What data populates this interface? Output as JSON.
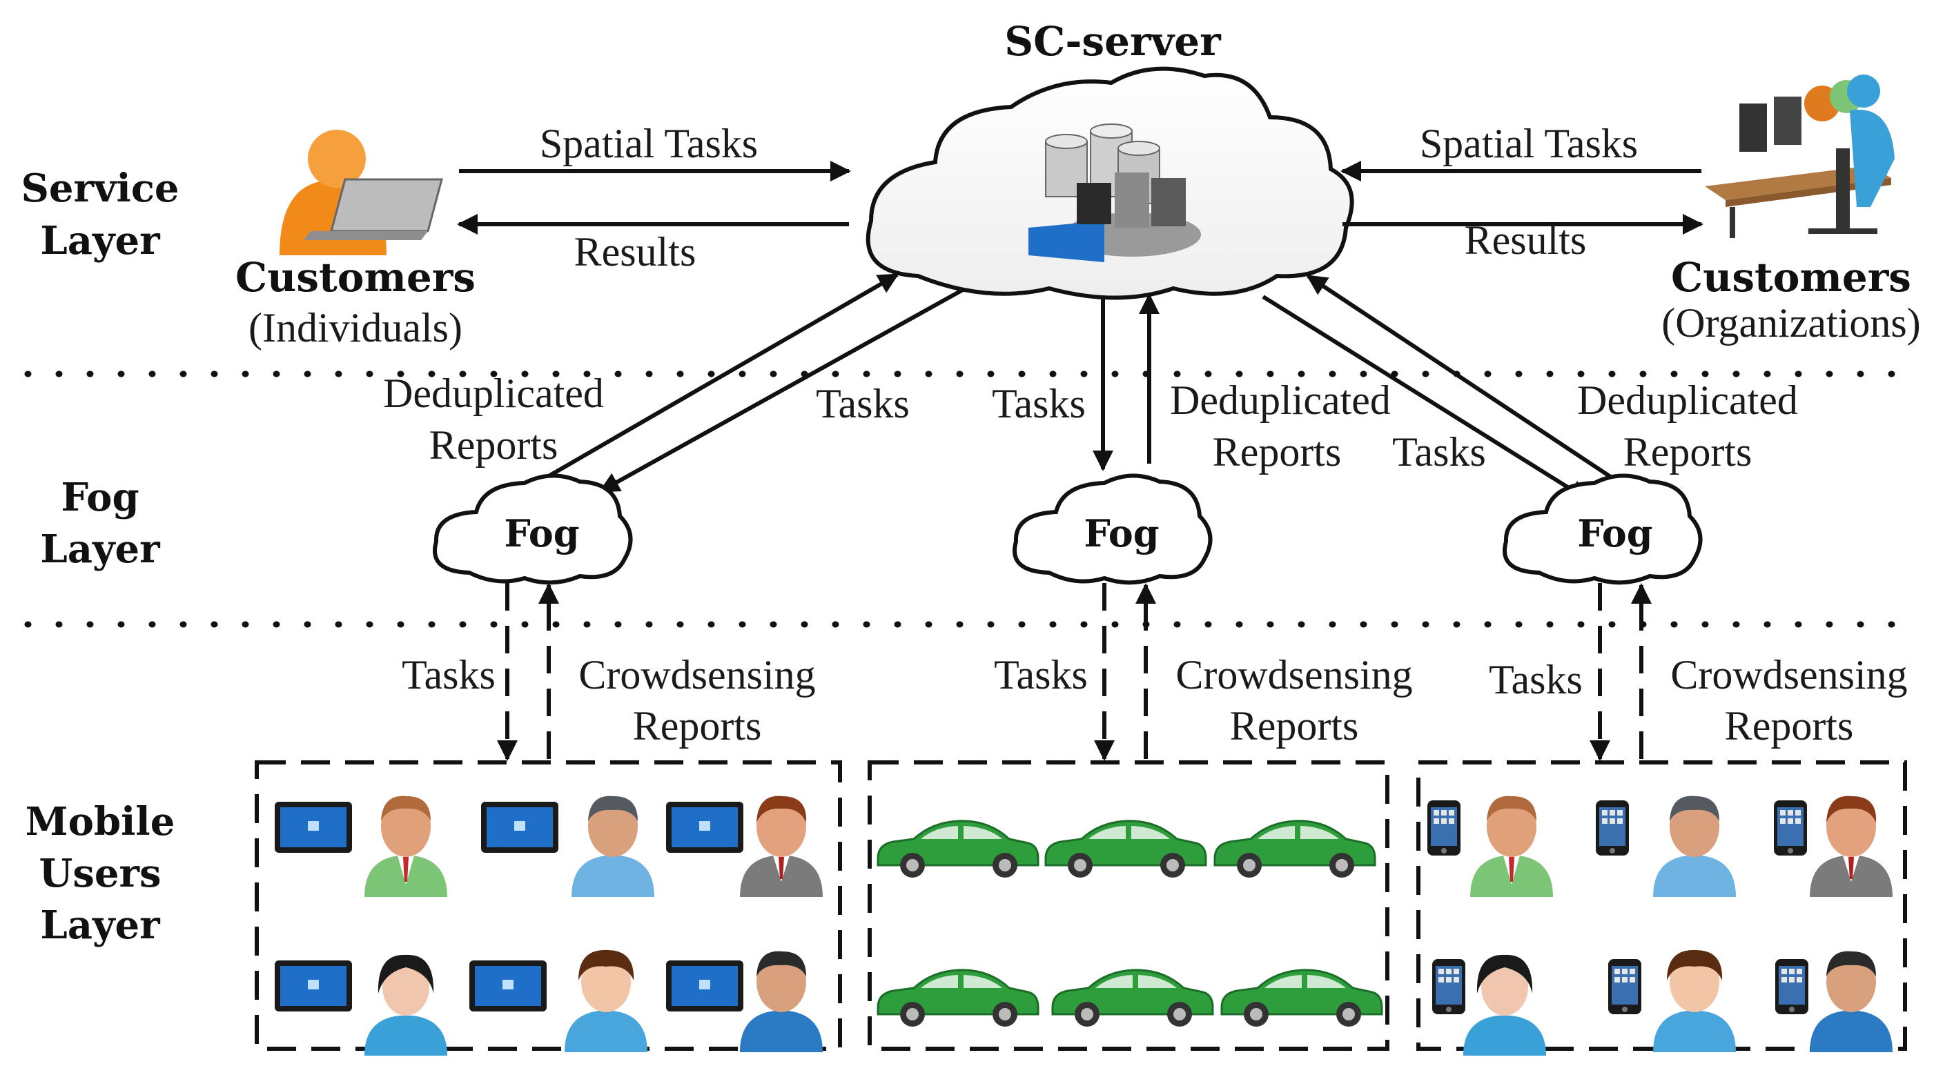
{
  "server": {
    "title": "SC-server"
  },
  "layers": {
    "service": [
      "Service",
      "Layer"
    ],
    "fog": [
      "Fog",
      "Layer"
    ],
    "mobile": [
      "Mobile",
      "Users",
      "Layer"
    ]
  },
  "customers": {
    "left": {
      "title": "Customers",
      "subtitle": "(Individuals)"
    },
    "right": {
      "title": "Customers",
      "subtitle": "(Organizations)"
    }
  },
  "service_arrows": {
    "left_to_server": "Spatial Tasks",
    "server_to_left": "Results",
    "right_to_server": "Spatial Tasks",
    "server_to_right": "Results"
  },
  "fog_links": {
    "left": {
      "up": [
        "Deduplicated",
        "Reports"
      ],
      "down": "Tasks"
    },
    "center": {
      "down": "Tasks",
      "up": [
        "Deduplicated",
        "Reports"
      ]
    },
    "right": {
      "down": "Tasks",
      "up": [
        "Deduplicated",
        "Reports"
      ]
    }
  },
  "fog_nodes": {
    "label": "Fog"
  },
  "mobile_links": {
    "down": "Tasks",
    "up": [
      "Crowdsensing",
      "Reports"
    ]
  },
  "colors": {
    "car": "#2e9e3c",
    "tablet": "#1f6fc9",
    "person_orange": "#f28a1a",
    "person_blue": "#3a9ad9"
  }
}
